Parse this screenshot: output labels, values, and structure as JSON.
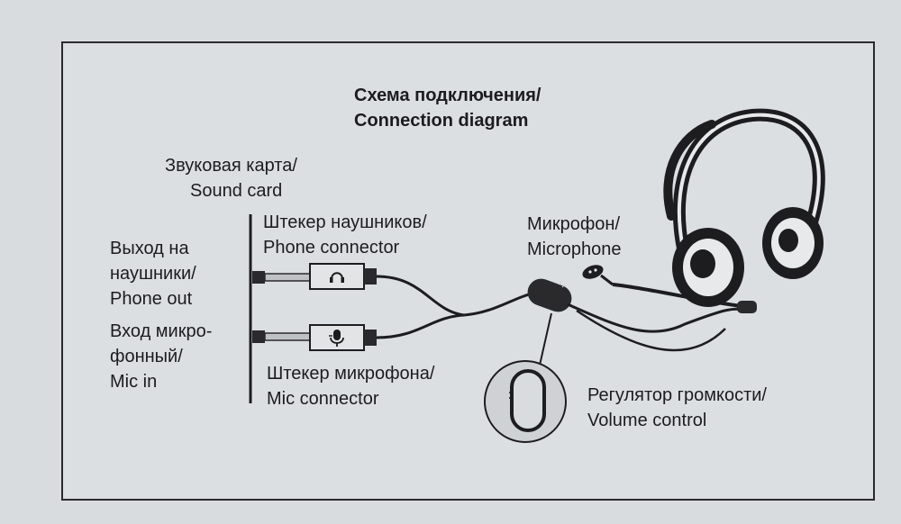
{
  "title": {
    "line1": "Схема подключения/",
    "line2": "Connection diagram"
  },
  "labels": {
    "sound_card": {
      "ru": "Звуковая карта/",
      "en": "Sound card"
    },
    "phone_out": {
      "l1": "Выход на",
      "l2": "наушники/",
      "l3": "Phone out"
    },
    "mic_in": {
      "l1": "Вход микро-",
      "l2": "фонный/",
      "l3": "Mic in"
    },
    "phone_connector": {
      "ru": "Штекер наушников/",
      "en": "Phone connector"
    },
    "mic_connector": {
      "ru": "Штекер микрофона/",
      "en": "Mic connector"
    },
    "microphone": {
      "ru": "Микрофон/",
      "en": "Microphone"
    },
    "volume_control": {
      "ru": "Регулятор громкости/",
      "en": "Volume control"
    }
  },
  "icons": [
    "headphones-icon",
    "microphone-icon"
  ]
}
